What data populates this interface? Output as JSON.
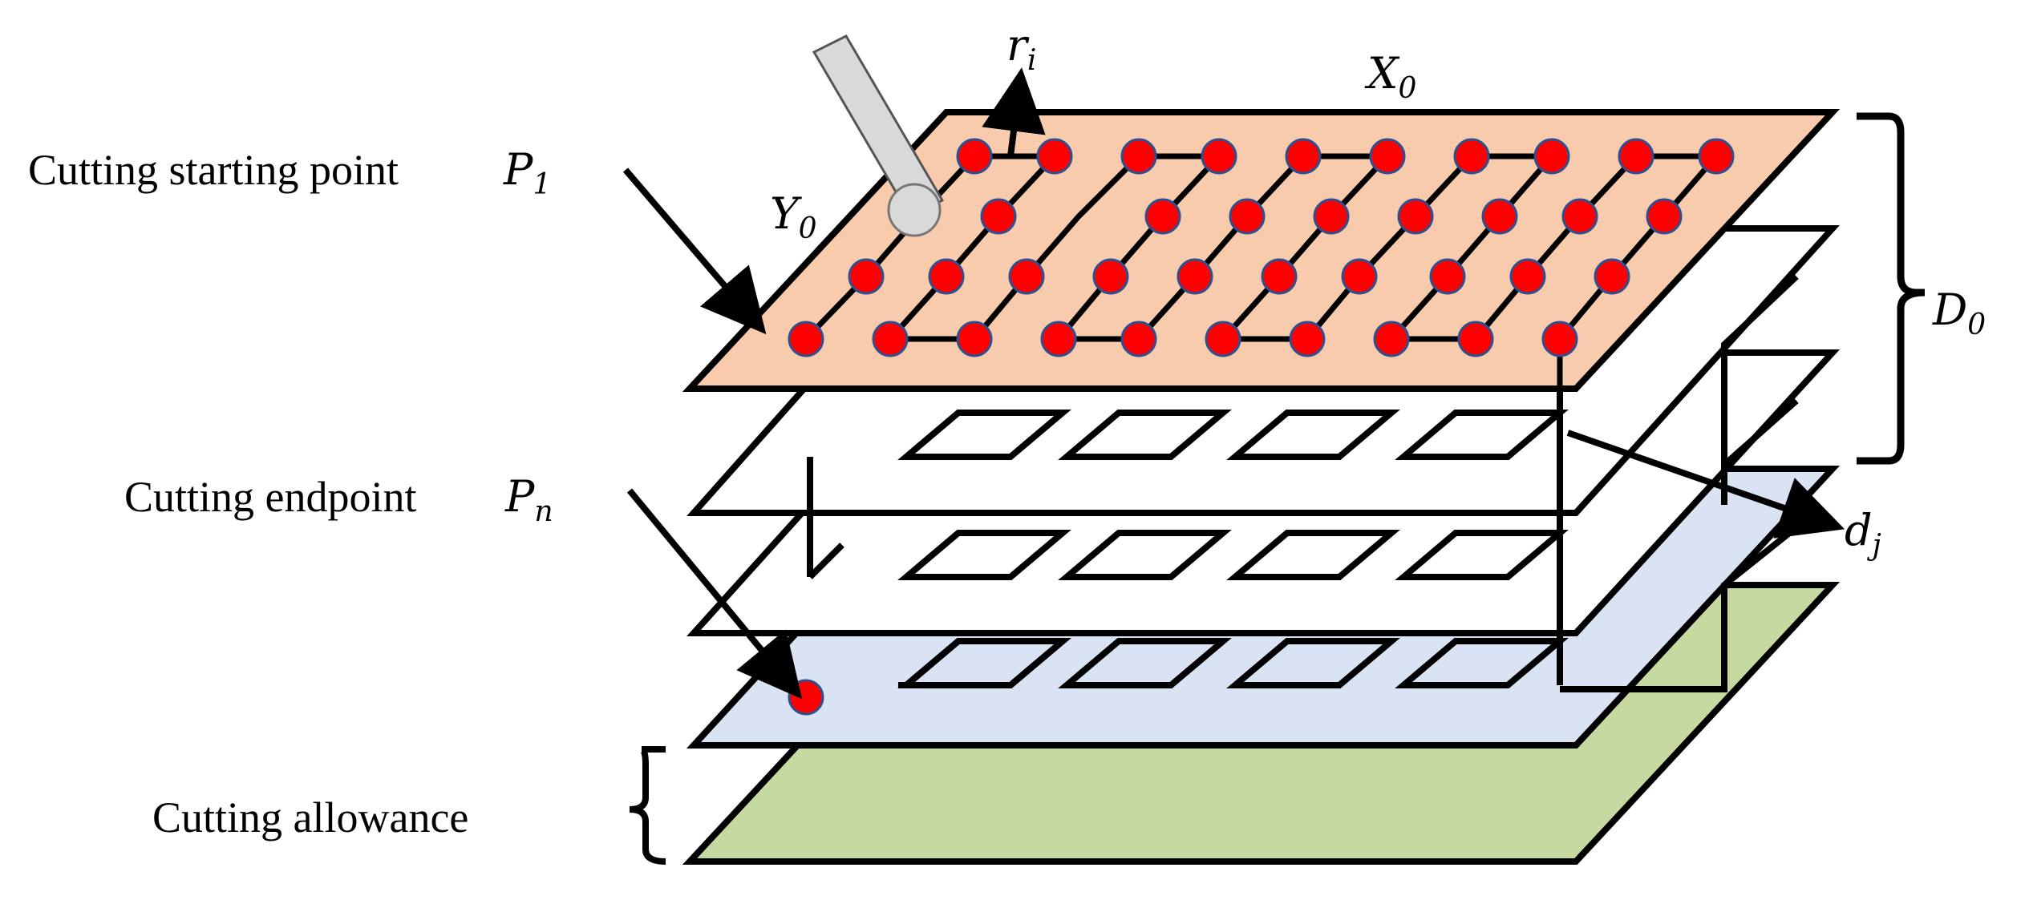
{
  "labels": {
    "start_text": "Cutting starting point",
    "start_sym": "P",
    "start_sub": "1",
    "end_text": "Cutting endpoint",
    "end_sym": "P",
    "end_sub": "n",
    "allowance_text": "Cutting allowance",
    "r_sym": "r",
    "r_sub": "i",
    "x_sym": "X",
    "x_sub": "0",
    "y_sym": "Y",
    "y_sub": "0",
    "d0_sym": "D",
    "d0_sub": "0",
    "dj_sym": "d",
    "dj_sub": "j"
  },
  "colors": {
    "top_layer": "#f8cbad",
    "bottom_path_layer": "#dae3f3",
    "allowance_layer": "#c5d9a0",
    "cut_point": "#ff0000",
    "cut_point_stroke": "#2f4f8f",
    "tool": "#d9d9d9"
  },
  "icons": {
    "tool": "cutting-tool-icon",
    "point": "cut-point-marker"
  }
}
